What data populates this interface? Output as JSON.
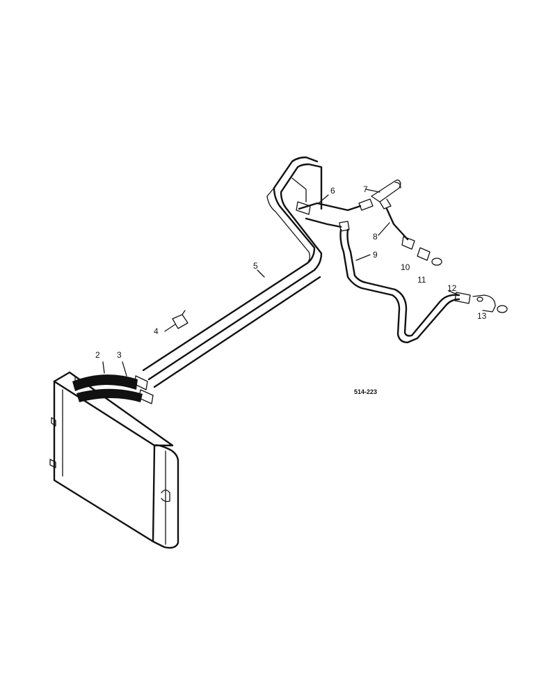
{
  "callouts": [
    "2",
    "3",
    "4",
    "5",
    "6",
    "7",
    "8",
    "9",
    "10",
    "11",
    "12",
    "13"
  ],
  "drawing_code": "514-223"
}
